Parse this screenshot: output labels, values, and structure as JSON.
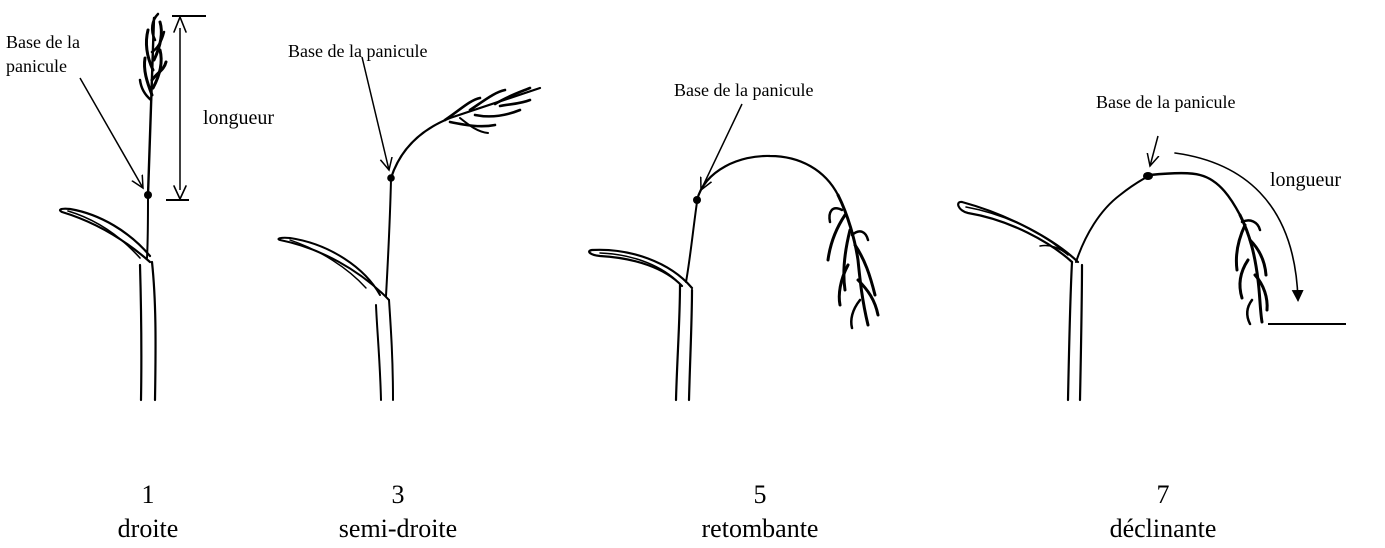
{
  "panels": [
    {
      "base_label_lines": [
        "Base de la",
        "panicule"
      ],
      "length_label": "longueur",
      "number": "1",
      "name": "droite"
    },
    {
      "base_label_lines": [
        "Base de la panicule"
      ],
      "number": "3",
      "name": "semi-droite"
    },
    {
      "base_label_lines": [
        "Base de la panicule"
      ],
      "number": "5",
      "name": "retombante"
    },
    {
      "base_label_lines": [
        "Base de la panicule"
      ],
      "length_label": "longueur",
      "number": "7",
      "name": "déclinante"
    }
  ]
}
